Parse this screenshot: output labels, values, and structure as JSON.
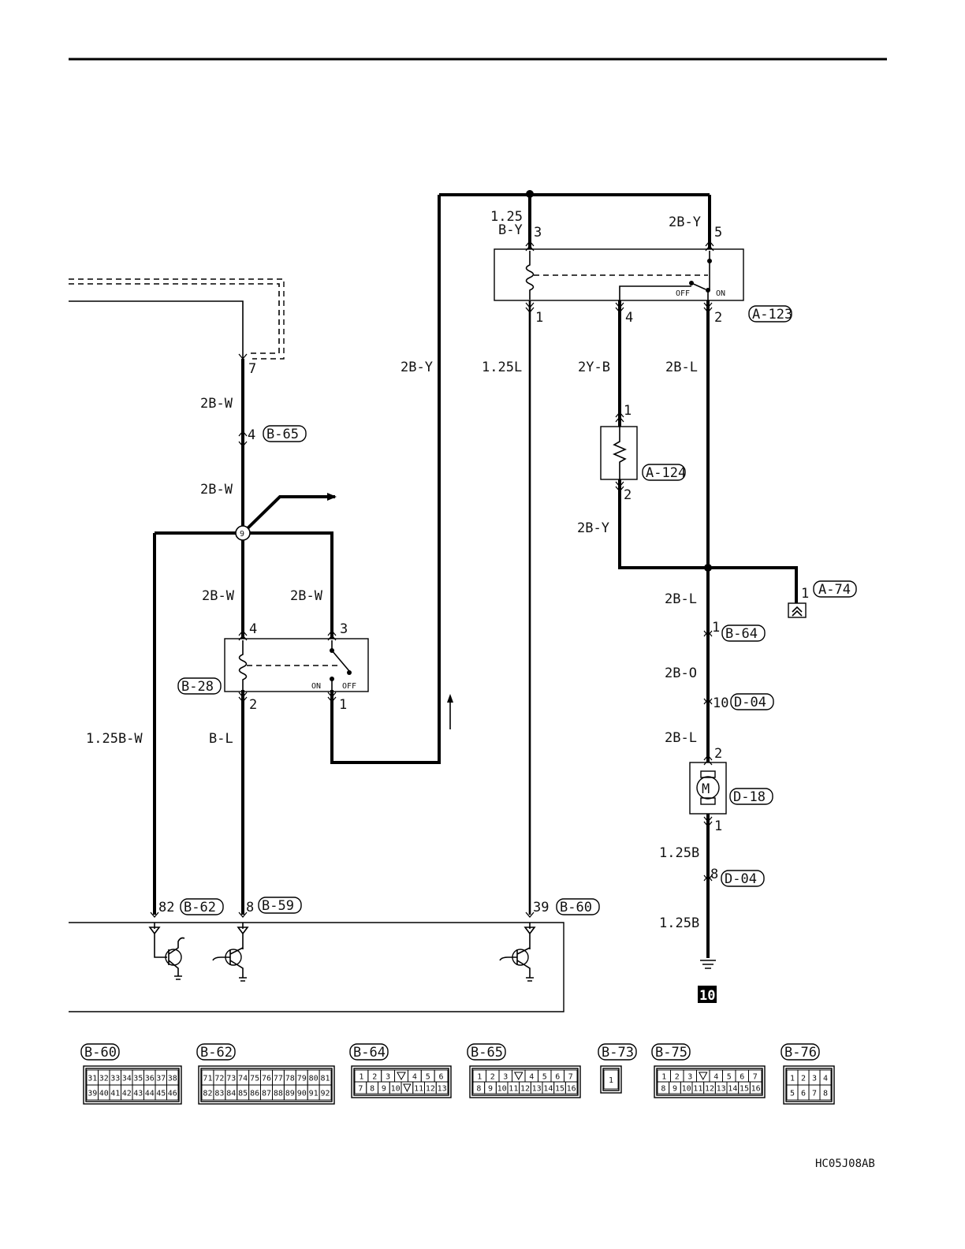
{
  "figure_id": "HC05J08AB",
  "ground_ref": "10",
  "splice_ref": "9",
  "connectors": {
    "a123": "A-123",
    "a124": "A-124",
    "a74": "A-74",
    "b65": "B-65",
    "b28": "B-28",
    "b64": "B-64",
    "d04": "D-04",
    "d18": "D-18",
    "b62": "B-62",
    "b59": "B-59",
    "b60": "B-60",
    "b73": "B-73",
    "b75": "B-75",
    "b76": "B-76"
  },
  "wires": {
    "w_125by_1": "1.25",
    "w_125by_2": "B-Y",
    "w_2by_top": "2B-Y",
    "w_2by_long": "2B-Y",
    "w_125l": "1.25L",
    "w_2yb": "2Y-B",
    "w_2bl_top": "2B-L",
    "w_2by_res": "2B-Y",
    "w_2bl_mid": "2B-L",
    "w_2bo": "2B-O",
    "w_2bl_motor": "2B-L",
    "w_125b_1": "1.25B",
    "w_125b_2": "1.25B",
    "w_2bw_1": "2B-W",
    "w_2bw_2": "2B-W",
    "w_2bw_3": "2B-W",
    "w_2bw_4": "2B-W",
    "w_125bw": "1.25B-W",
    "w_bl": "B-L"
  },
  "pins": {
    "p_a123_3": "3",
    "p_a123_5": "5",
    "p_a123_1": "1",
    "p_a123_4": "4",
    "p_a123_2": "2",
    "p_a124_1": "1",
    "p_a124_2": "2",
    "p_a74_1": "1",
    "p_b64_1": "1",
    "p_d04_10": "10",
    "p_d18_2": "2",
    "p_d18_1": "1",
    "p_d04_8": "8",
    "p_b65_4": "4",
    "p_top_7": "7",
    "p_b28_4": "4",
    "p_b28_3": "3",
    "p_b28_2": "2",
    "p_b28_1": "1",
    "p_b62_82": "82",
    "p_b59_8": "8",
    "p_b60_39": "39"
  },
  "switch_labels": {
    "a123_off": "OFF",
    "a123_on": "ON",
    "b28_on": "ON",
    "b28_off": "OFF"
  },
  "motor_symbol": "M",
  "legend": [
    {
      "id": "B-60",
      "rows": [
        [
          "31",
          "32",
          "33",
          "34",
          "35",
          "36",
          "37",
          "38"
        ],
        [
          "39",
          "40",
          "41",
          "42",
          "43",
          "44",
          "45",
          "46"
        ]
      ]
    },
    {
      "id": "B-62",
      "rows": [
        [
          "71",
          "72",
          "73",
          "74",
          "75",
          "76",
          "77",
          "78",
          "79",
          "80",
          "81"
        ],
        [
          "82",
          "83",
          "84",
          "85",
          "86",
          "87",
          "88",
          "89",
          "90",
          "91",
          "92"
        ]
      ]
    },
    {
      "id": "B-64",
      "rows": [
        [
          "1",
          "2",
          "3",
          "",
          "4",
          "5",
          "6"
        ],
        [
          "7",
          "8",
          "9",
          "10",
          "",
          "11",
          "12",
          "13"
        ]
      ]
    },
    {
      "id": "B-65",
      "rows": [
        [
          "1",
          "2",
          "3",
          "",
          "4",
          "5",
          "6",
          "7"
        ],
        [
          "8",
          "9",
          "10",
          "11",
          "12",
          "13",
          "14",
          "15",
          "16"
        ]
      ]
    },
    {
      "id": "B-73",
      "rows": [
        [
          "1"
        ]
      ]
    },
    {
      "id": "B-75",
      "rows": [
        [
          "1",
          "2",
          "3",
          "",
          "4",
          "5",
          "6",
          "7"
        ],
        [
          "8",
          "9",
          "10",
          "11",
          "12",
          "13",
          "14",
          "15",
          "16"
        ]
      ]
    },
    {
      "id": "B-76",
      "rows": [
        [
          "1",
          "2",
          "3",
          "4"
        ],
        [
          "5",
          "6",
          "7",
          "8"
        ]
      ]
    }
  ]
}
